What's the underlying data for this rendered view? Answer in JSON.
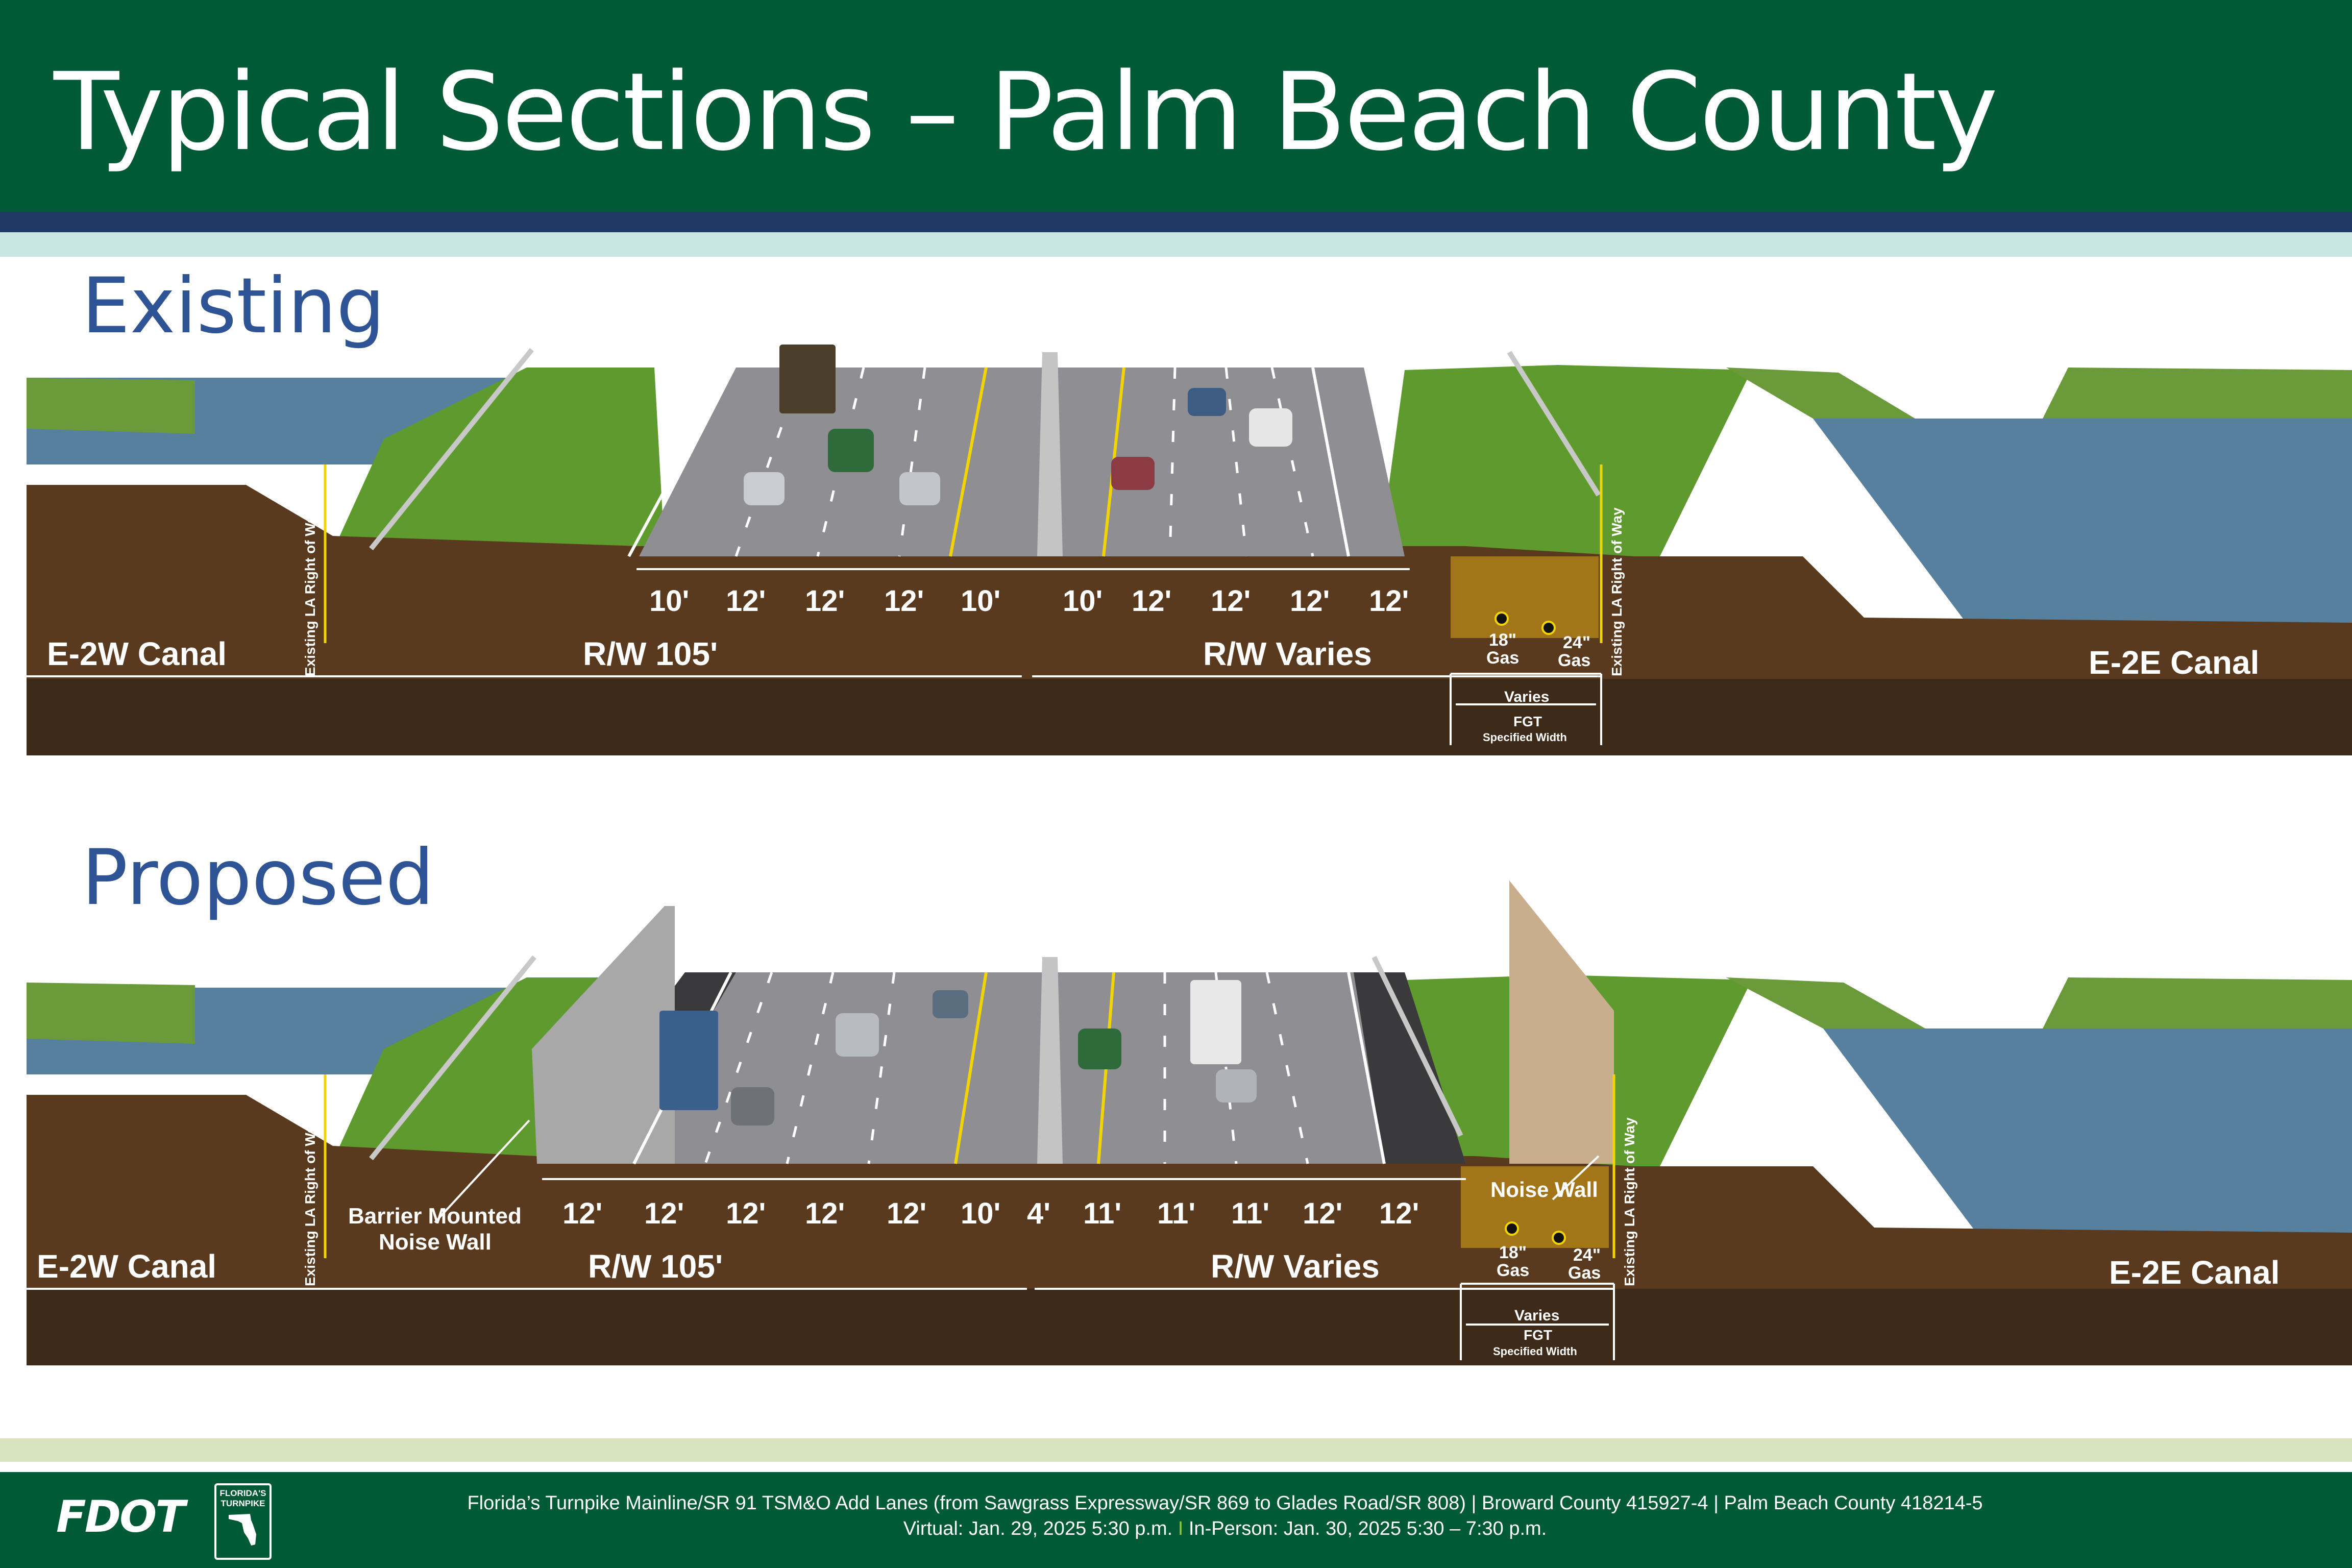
{
  "header": {
    "title": "Typical Sections – Palm Beach County"
  },
  "sections": {
    "existing": {
      "label": "Existing",
      "canal_left": "E-2W Canal",
      "canal_right": "E-2E Canal",
      "row_left": "Existing LA Right of Way",
      "row_right": "Existing LA Right of Way",
      "lane_widths_west": [
        "10'",
        "12'",
        "12'",
        "12'",
        "10'"
      ],
      "lane_widths_east": [
        "10'",
        "12'",
        "12'",
        "12'",
        "12'"
      ],
      "rw_west": "R/W 105'",
      "rw_east": "R/W Varies",
      "gas_18": "18\"",
      "gas_24": "24\"",
      "gas_word": "Gas",
      "varies": "Varies",
      "fgt": "FGT",
      "fgt_sub": "Specified Width"
    },
    "proposed": {
      "label": "Proposed",
      "canal_left": "E-2W Canal",
      "canal_right": "E-2E Canal",
      "row_left": "Existing LA Right of Way",
      "row_right": "Existing LA Right of Way",
      "lane_widths_west": [
        "12'",
        "12'",
        "12'",
        "12'",
        "12'",
        "10'"
      ],
      "lane_widths_mid": "4'",
      "lane_widths_east": [
        "11'",
        "11'",
        "11'",
        "12'",
        "12'"
      ],
      "rw_west": "R/W 105'",
      "rw_east": "R/W Varies",
      "barrier_line1": "Barrier Mounted",
      "barrier_line2": "Noise Wall",
      "noise_wall": "Noise Wall",
      "gas_18": "18\"",
      "gas_24": "24\"",
      "gas_word": "Gas",
      "varies": "Varies",
      "fgt": "FGT",
      "fgt_sub": "Specified Width"
    }
  },
  "footer": {
    "logo": "FDOT",
    "badge_line1": "FLORIDA'S",
    "badge_line2": "TURNPIKE",
    "line1": "Florida’s Turnpike  Mainline/SR 91  TSM&O  Add Lanes (from Sawgrass Expressway/SR 869 to Glades Road/SR 808)  | Broward County 415927-4 | Palm Beach County  418214-5",
    "line2_a": "Virtual:  Jan. 29, 2025 5:30 p.m.",
    "line2_sep": "I",
    "line2_b": "In-Person: Jan. 30, 2025 5:30 – 7:30 p.m."
  },
  "colors": {
    "header_green": "#005a36",
    "navy": "#1f3864",
    "mint": "#c9e5e4",
    "section_blue": "#2e5496",
    "grass": "#5e9a2f",
    "water": "#4f7a98",
    "soil": "#5a3a1e",
    "asphalt": "#8f8f93",
    "dim_yellow": "#f2d400"
  }
}
